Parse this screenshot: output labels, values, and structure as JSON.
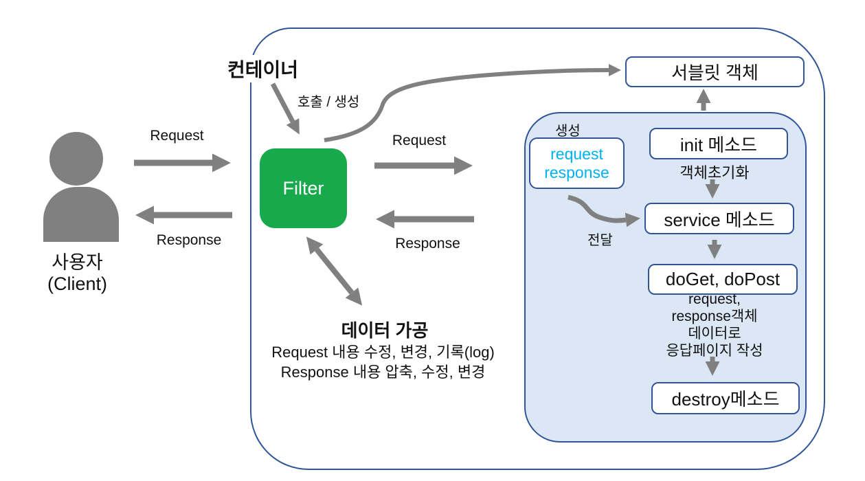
{
  "colors": {
    "accent_green": "#17A94B",
    "arrow_gray": "#808080",
    "border_blue": "#2F5597",
    "panel_blue_fill": "#DCE7F5",
    "cyan_text": "#00B0F0"
  },
  "client": {
    "name_ko": "사용자",
    "name_en": "(Client)",
    "request_label": "Request",
    "response_label": "Response"
  },
  "container": {
    "title": "컨테이너",
    "call_create_label": "호출 / 생성",
    "filter_label": "Filter",
    "request_label": "Request",
    "response_label": "Response",
    "data_processing_title": "데이터 가공",
    "data_processing_line1": "Request 내용 수정, 변경, 기록(log)",
    "data_processing_line2": "Response 내용 압축, 수정, 변경"
  },
  "servlet": {
    "object_label": "서블릿 객체",
    "create_label": "생성",
    "param_line1": "request",
    "param_line2": "response",
    "transfer_label": "전달",
    "init_label": "init 메소드",
    "init_caption": "객체초기화",
    "service_label": "service 메소드",
    "doget_label": "doGet, doPost",
    "doget_caption": [
      "request,",
      "response객체",
      "데이터로",
      "응답페이지 작성"
    ],
    "destroy_label": "destroy메소드"
  }
}
